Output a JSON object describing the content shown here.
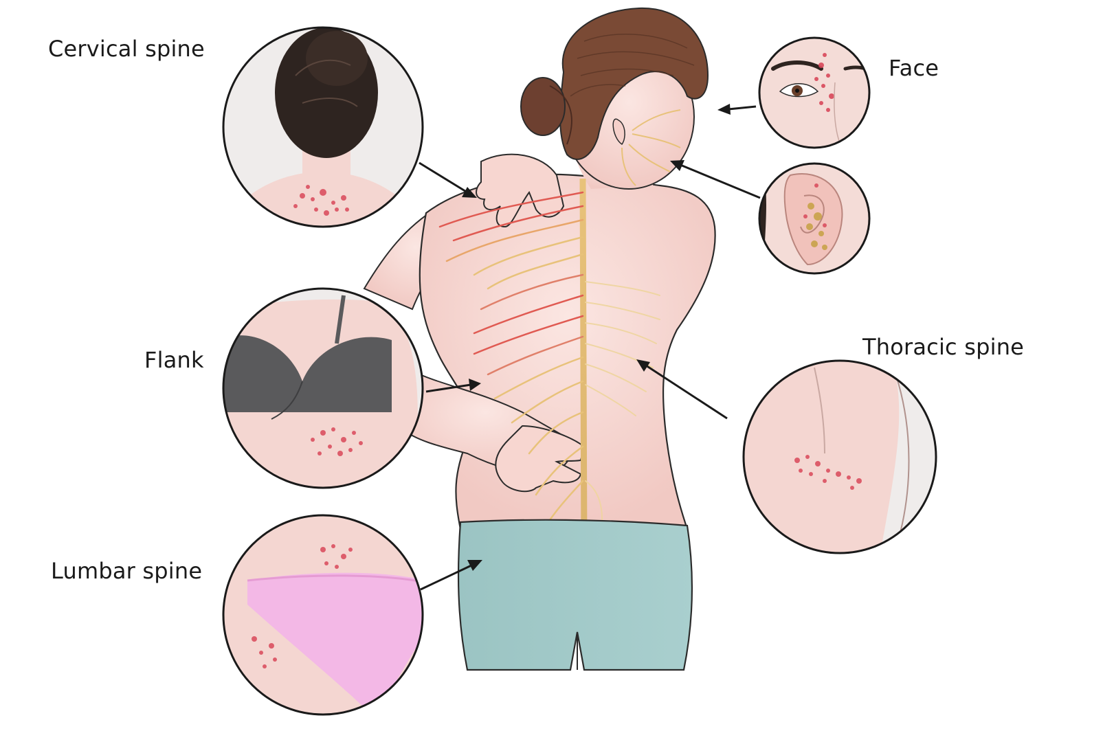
{
  "labels": {
    "cervical": "Cervical spine",
    "flank": "Flank",
    "lumbar": "Lumbar spine",
    "face": "Face",
    "thoracic": "Thoracic spine"
  },
  "colors": {
    "skin": "#f8dcd8",
    "skin_shadow": "#eebdb6",
    "hair": "#7a4a35",
    "hair_dark": "#3a2620",
    "nerve": "#e8c27a",
    "nerve_hot": "#e05a52",
    "shorts": "#9cc4c3",
    "bra": "#5a5a5c",
    "underwear": "#f3b8e6",
    "outline": "#2b2b2b",
    "rash": "#d9485a",
    "background_circle": "#efeceb"
  },
  "icons": {
    "circle_cervical": "back-of-neck-rash",
    "circle_flank": "flank-rash-with-bra",
    "circle_lumbar": "lumbar-rash-with-underwear",
    "circle_face": "eye-forehead-rash",
    "circle_ear": "ear-rash",
    "circle_thoracic": "thoracic-back-rash"
  }
}
